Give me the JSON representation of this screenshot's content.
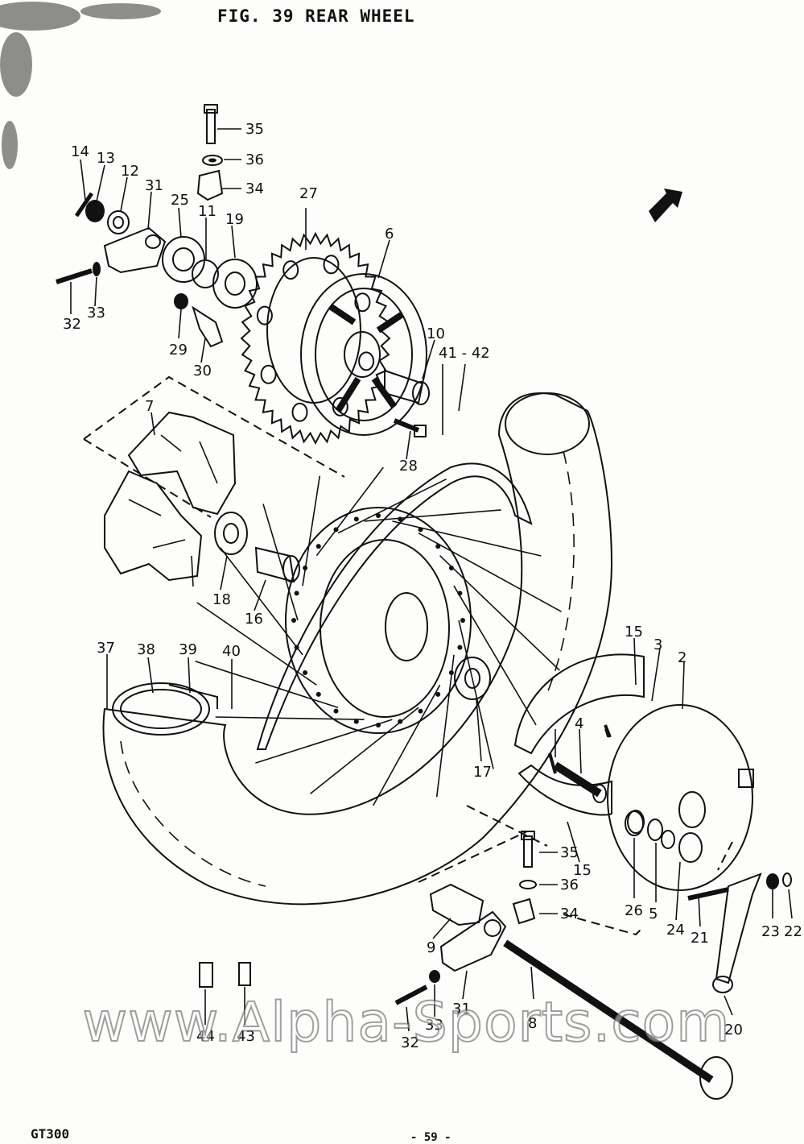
{
  "figure": {
    "title": "FIG. 39  REAR WHEEL",
    "model": "GT300",
    "page": "- 59 -",
    "watermark": "www.Alpha-Sports.com"
  },
  "callouts": [
    "35",
    "36",
    "34",
    "14",
    "13",
    "12",
    "31",
    "25",
    "11",
    "19",
    "27",
    "6",
    "32",
    "33",
    "29",
    "30",
    "10",
    "41 - 42",
    "7",
    "28",
    "18",
    "16",
    "37",
    "38",
    "39",
    "40",
    "15",
    "3",
    "2",
    "4",
    "17",
    "35",
    "36",
    "34",
    "15",
    "26",
    "5",
    "24",
    "21",
    "23",
    "22",
    "9",
    "31",
    "8",
    "33",
    "32",
    "20",
    "44",
    "43"
  ]
}
